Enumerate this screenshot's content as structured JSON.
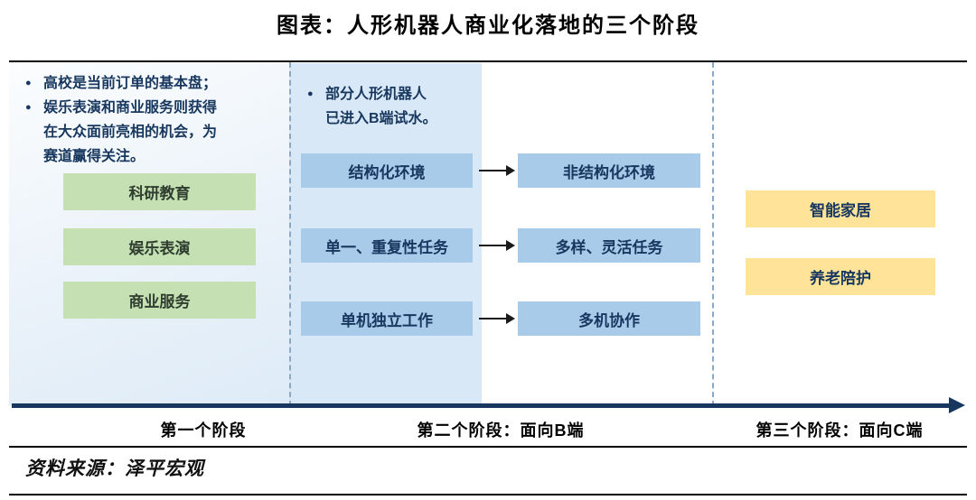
{
  "title": "图表：人形机器人商业化落地的三个阶段",
  "icons": {
    "bullet": "●"
  },
  "stage1": {
    "bullets": [
      "高校是当前订单的基本盘；",
      "娱乐表演和商业服务则获得在大众面前亮相的机会，为赛道赢得关注。"
    ],
    "boxes": [
      "科研教育",
      "娱乐表演",
      "商业服务"
    ],
    "label": "第一个阶段"
  },
  "stage2": {
    "bullet": "部分人形机器人已进入B端试水。",
    "rows": [
      {
        "from": "结构化环境",
        "to": "非结构化环境"
      },
      {
        "from": "单一、重复性任务",
        "to": "多样、灵活任务"
      },
      {
        "from": "单机独立工作",
        "to": "多机协作"
      }
    ],
    "label": "第二个阶段：面向B端"
  },
  "stage3": {
    "boxes": [
      "智能家居",
      "养老陪护"
    ],
    "label": "第三个阶段：面向C端"
  },
  "source": "资料来源：泽平宏观",
  "colors": {
    "green_box": "#c5e0b3",
    "blue_box": "#a8cbe9",
    "yellow_box": "#ffe399",
    "panel_blue": "#d8e8f6",
    "navy": "#17375e",
    "divider": "#8aa8c8"
  }
}
